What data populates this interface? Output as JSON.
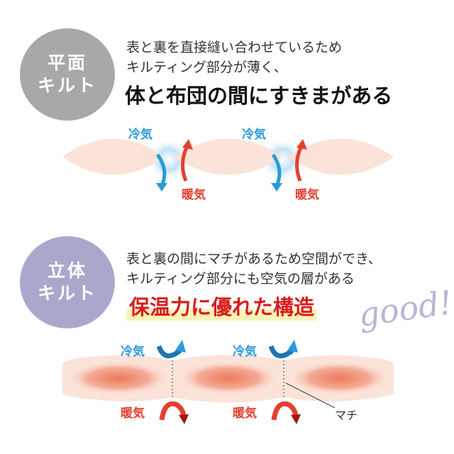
{
  "flat": {
    "badge": [
      "平面",
      "キルト"
    ],
    "badge_color": "#a8a8a8",
    "desc": [
      "表と裏を直接縫い合わせているため",
      "キルティング部分が薄く、"
    ],
    "headline": "体と布団の間にすきまがある",
    "cold_label": "冷気",
    "warm_label": "暖気"
  },
  "solid": {
    "badge": [
      "立体",
      "キルト"
    ],
    "badge_color": "#a9a8cc",
    "desc": [
      "表と裏の間にマチがあるため空間ができ、",
      "キルティング部分にも空気の層がある"
    ],
    "headline": "保温力に優れた構造",
    "good": "good!",
    "cold_label": "冷気",
    "warm_label": "暖気",
    "gusset_label": "マチ"
  },
  "colors": {
    "cold": "#2a9ad8",
    "warm": "#e2402f",
    "fabric": "#fbe3d9",
    "headline_red": "#d81c1c"
  }
}
